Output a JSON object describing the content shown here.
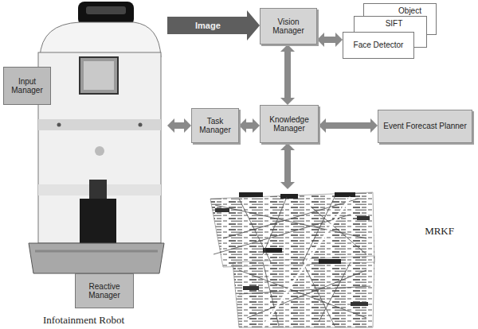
{
  "diagram": {
    "nodes": [
      {
        "text": [
          "Infotainment Robot"
        ]
      },
      {
        "text": [
          "Input Manager"
        ],
        "in": 0
      },
      {
        "text": [
          "Reactive Manager"
        ],
        "in": 0
      },
      {
        "text": [
          "Vision Manager"
        ]
      },
      {
        "text": [
          "Object"
        ]
      },
      {
        "text": [
          "SIFT"
        ]
      },
      {
        "text": [
          "Face Detector"
        ]
      },
      {
        "text": [
          "Task Manager"
        ]
      },
      {
        "text": [
          "Knowledge Manager"
        ]
      },
      {
        "text": [
          "Event Forecast Planner"
        ]
      },
      {
        "text": [
          "MRKF"
        ]
      }
    ],
    "edges": [
      {
        "from": 0,
        "to": 3,
        "label": "Image",
        "arrow": "to"
      },
      {
        "from": 3,
        "to": 6,
        "arrow": "both"
      },
      {
        "from": 3,
        "to": 8,
        "arrow": "both"
      },
      {
        "from": 7,
        "to": 0,
        "arrow": "both"
      },
      {
        "from": 7,
        "to": 8,
        "arrow": "both"
      },
      {
        "from": 8,
        "to": 9,
        "arrow": "both"
      },
      {
        "from": 8,
        "to": 10,
        "arrow": "both"
      }
    ]
  }
}
